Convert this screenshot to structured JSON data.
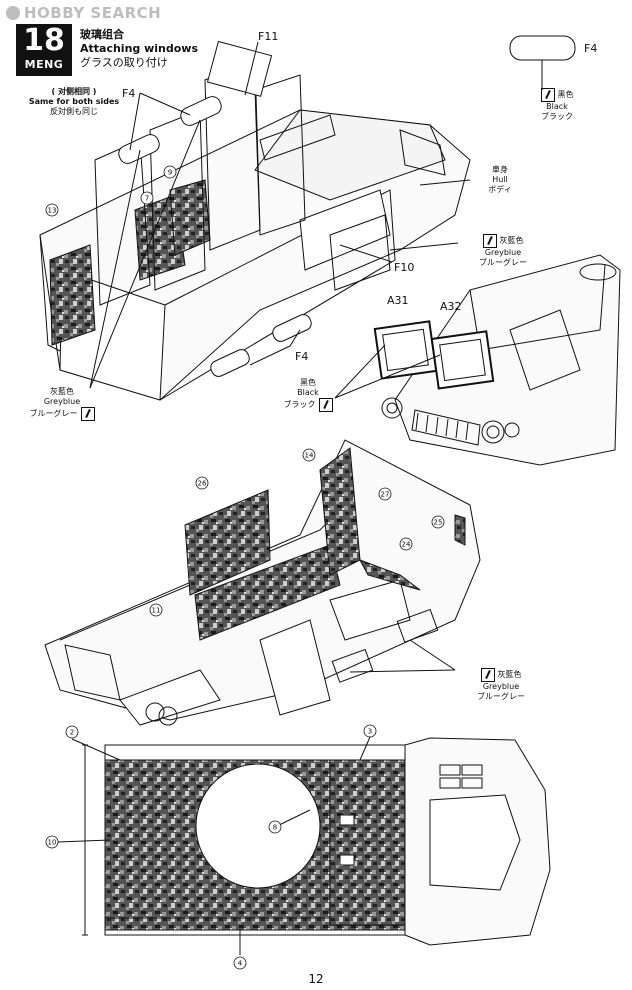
{
  "watermark": "HOBBY SEARCH",
  "step": {
    "number": "18",
    "brand": "MENG"
  },
  "title": {
    "zh": "玻璃组合",
    "en": "Attaching windows",
    "ja": "グラスの取り付け"
  },
  "same_note": {
    "zh": "( 对侧相同 )",
    "en": "Same for both sides",
    "ja": "反対側も同じ"
  },
  "part_labels": {
    "f11": "F11",
    "f4_top": "F4",
    "f4_left": "F4",
    "f4_mid": "F4",
    "f10": "F10",
    "a31": "A31",
    "a32": "A32"
  },
  "callouts": {
    "c13": "13",
    "c7": "7",
    "c9": "9",
    "c14": "14",
    "c26": "26",
    "c27": "27",
    "c25": "25",
    "c24": "24",
    "c11": "11",
    "c2": "2",
    "c3": "3",
    "c8": "8",
    "c10": "10",
    "c4": "4"
  },
  "paints": {
    "black_top": {
      "zh": "黑色",
      "en": "Black",
      "ja": "ブラック"
    },
    "hull": {
      "zh": "車身",
      "en": "Hull",
      "ja": "ボディ"
    },
    "greyblue_right": {
      "zh": "灰藍色",
      "en": "Greyblue",
      "ja": "ブルーグレー"
    },
    "black_mid": {
      "zh": "黑色",
      "en": "Black",
      "ja": "ブラック"
    },
    "greyblue_left": {
      "zh": "灰藍色",
      "en": "Greyblue",
      "ja": "ブルーグレー"
    },
    "greyblue_bottom": {
      "zh": "灰藍色",
      "en": "Greyblue",
      "ja": "ブルーグレー"
    }
  },
  "page_number": "12",
  "colors": {
    "ink": "#111111",
    "camo_dark": "#2a2a2a",
    "camo_light": "#8a8a8a",
    "watermark": "#bdbdbd"
  }
}
